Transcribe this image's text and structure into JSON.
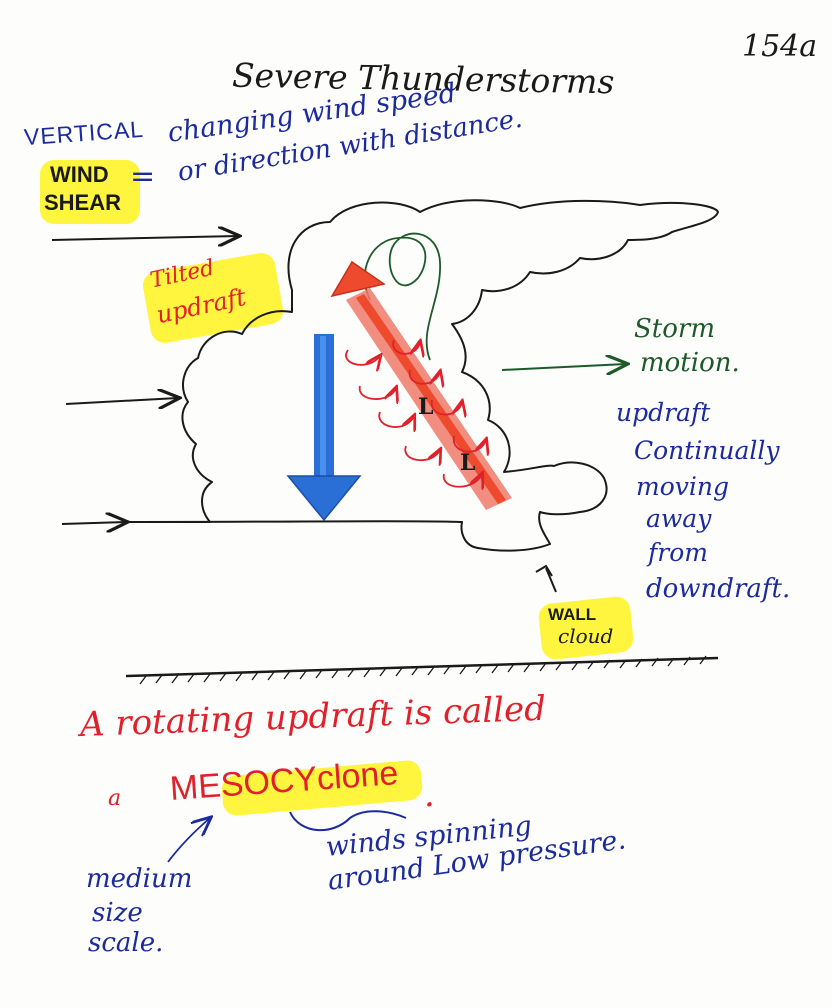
{
  "page_number": "154a",
  "title": "Severe Thunderstorms",
  "shear": {
    "vertical": "VERTICAL",
    "wind": "WIND",
    "shear": "SHEAR",
    "equals": "=",
    "def_line1": "changing wind speed",
    "def_line2": "or direction with distance."
  },
  "labels": {
    "tilted_line1": "Tilted",
    "tilted_line2": "updraft",
    "storm_line1": "Storm",
    "storm_line2": "motion.",
    "updraft_lines": [
      "updraft",
      "Continually",
      "moving",
      "away",
      "from",
      "downdraft."
    ],
    "wall_line1": "WALL",
    "wall_line2": "cloud",
    "low_marker": "L"
  },
  "bottom": {
    "line1": "A rotating updraft is called",
    "a": "a",
    "mesocyclone": "MESOCYclone",
    "period": ".",
    "medium_lines": [
      "medium",
      "size",
      "scale."
    ],
    "winds_line1": "winds spinning",
    "winds_line2": "around Low pressure."
  },
  "colors": {
    "ink_black": "#1a1a1a",
    "ink_blue": "#1b2a9c",
    "ink_red": "#e0202a",
    "ink_green": "#1d5a2a",
    "highlight": "#fff200",
    "arrow_blue": "#2a6fd6",
    "arrow_red": "#ee4a2e"
  }
}
